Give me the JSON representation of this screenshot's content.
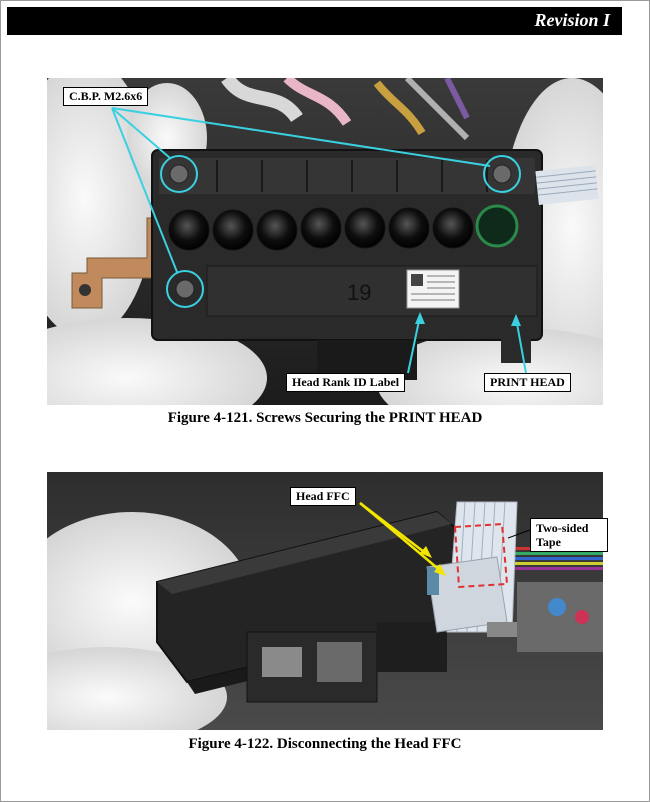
{
  "header": {
    "revision": "Revision I"
  },
  "figure1": {
    "caption": "Figure 4-121.  Screws Securing the PRINT HEAD",
    "callouts": {
      "screws": "C.B.P. M2.6x6",
      "rank_label": "Head Rank ID Label",
      "print_head": "PRINT HEAD"
    },
    "head_marking": "19"
  },
  "figure2": {
    "caption": "Figure 4-122.  Disconnecting the Head FFC",
    "callouts": {
      "ffc": "Head FFC",
      "tape": "Two-sided Tape"
    }
  },
  "colors": {
    "callout_line_fig1": "#3ad0e0",
    "callout_line_fig2": "#f2e600",
    "tape_outline": "#e03030"
  }
}
